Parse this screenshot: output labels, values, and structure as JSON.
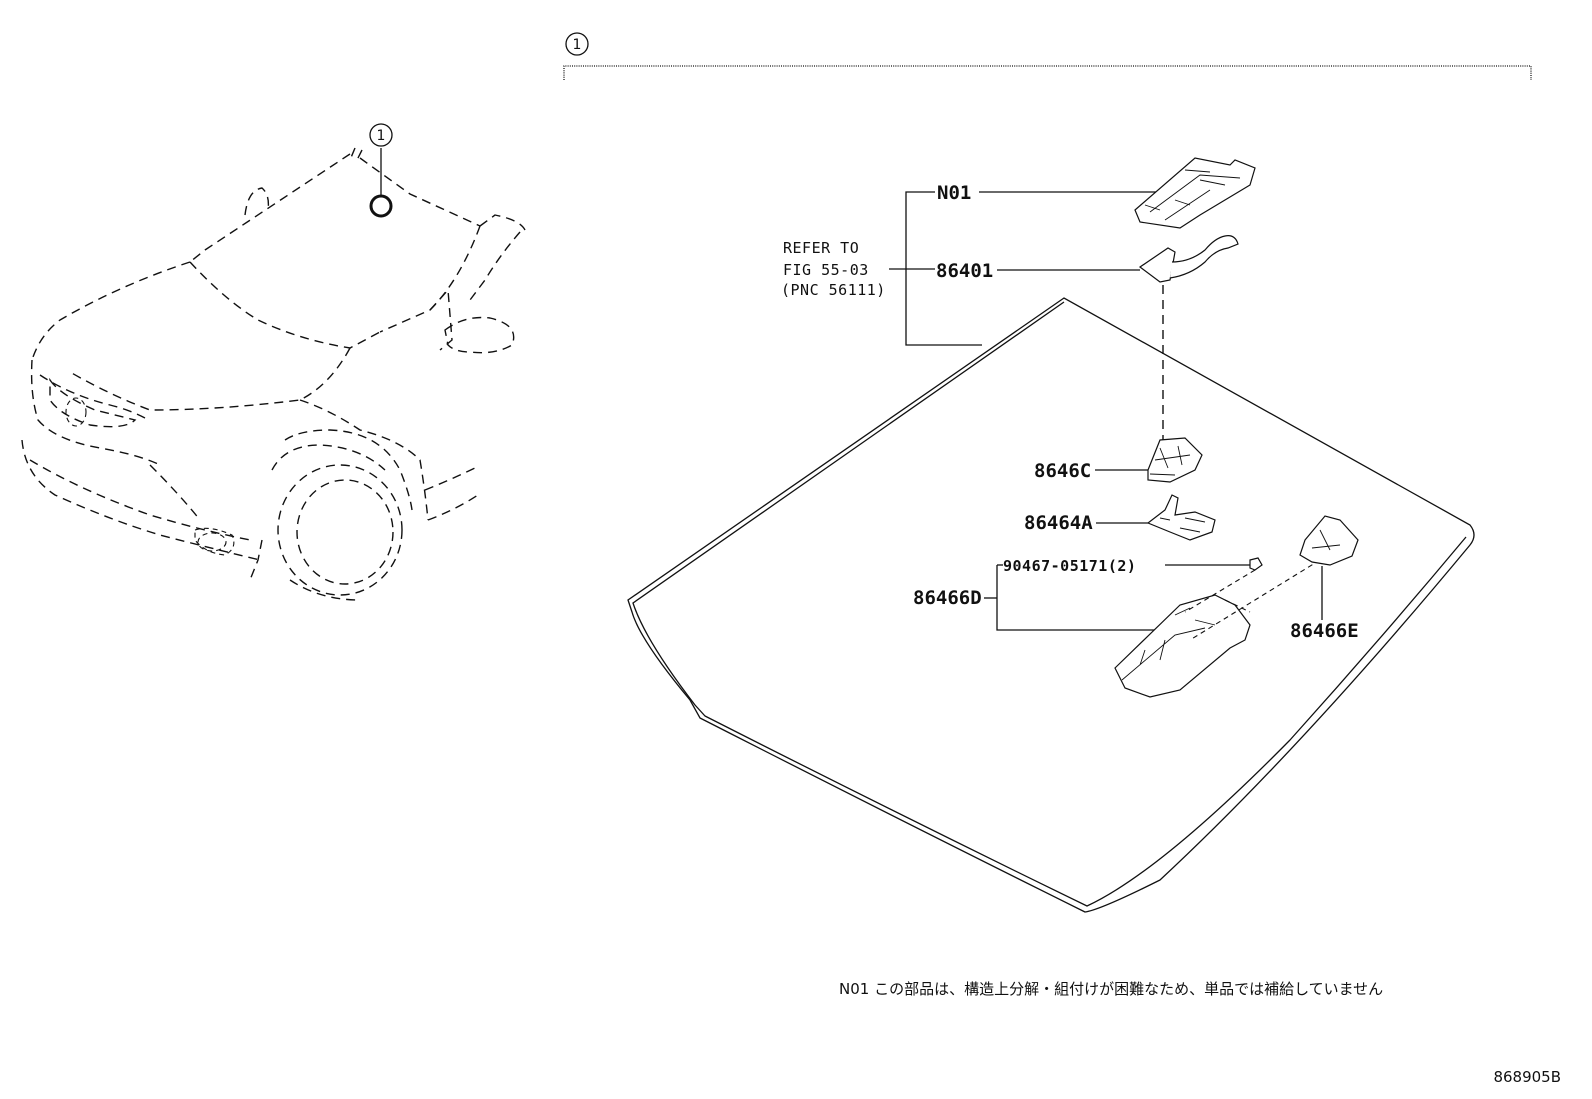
{
  "diagram": {
    "group_marker": "1",
    "car_marker": "1",
    "labels": {
      "n01": "N01",
      "p86401": "86401",
      "refer_line1": "REFER TO",
      "refer_line2": "FIG 55-03",
      "refer_line3": "(PNC 56111)",
      "p8646c": "8646C",
      "p86464a": "86464A",
      "p90467": "90467-05171(2)",
      "p86466d": "86466D",
      "p86466e": "86466E"
    },
    "note": "N01 この部品は、構造上分解・組付けが困難なため、単品では補給していません",
    "figure_id": "868905B"
  }
}
